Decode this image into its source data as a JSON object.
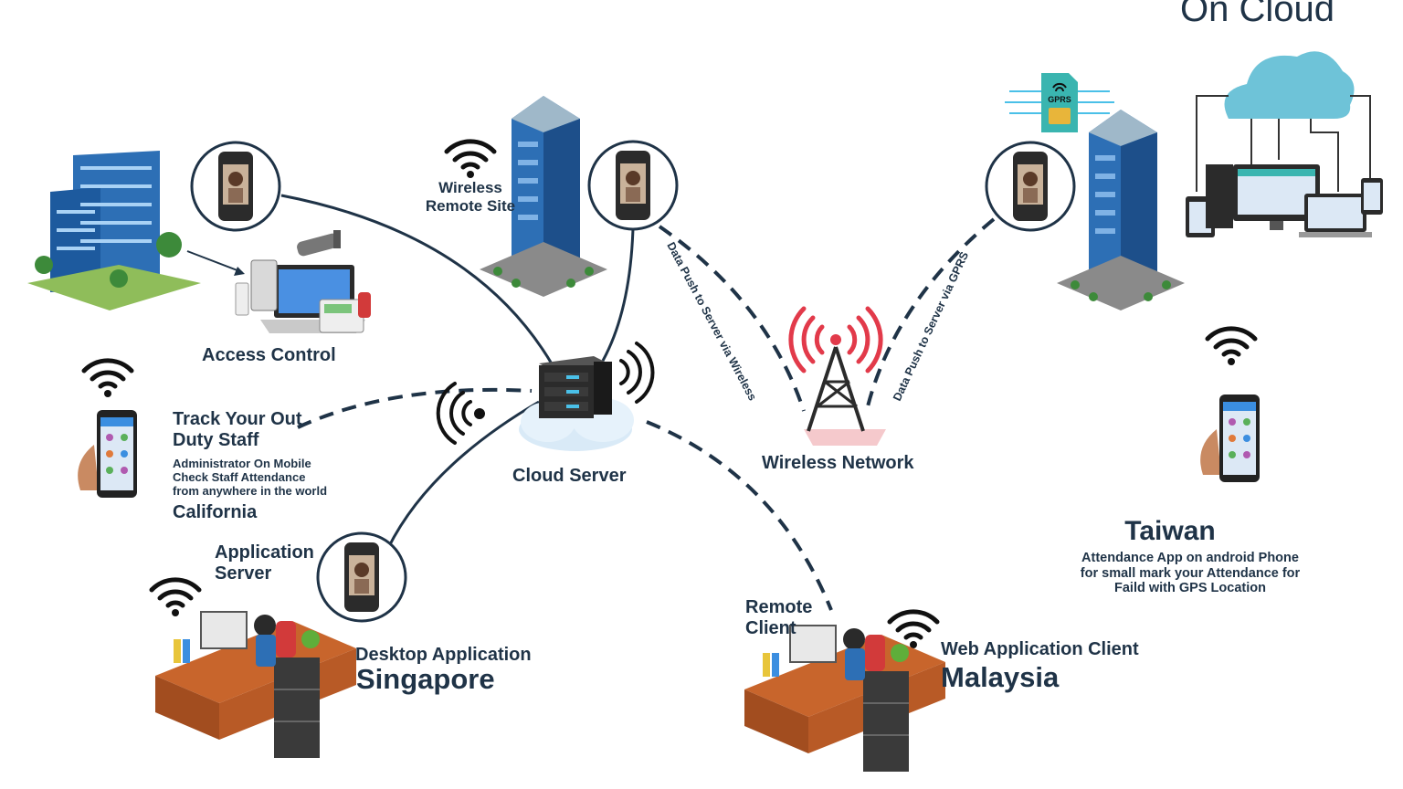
{
  "header": {
    "title": "On Cloud"
  },
  "labels": {
    "access_control": "Access Control",
    "wireless_remote_site": "Wireless\nRemote Site",
    "cloud_server": "Cloud Server",
    "wireless_network": "Wireless Network",
    "push_wireless": "Data Push to Server via Wireless",
    "push_gprs": "Data Push to Server via GPRS",
    "gprs_chip": "GPRS",
    "track_staff": "Track Your Out\nDuty Staff",
    "admin_mobile": "Administrator On Mobile\nCheck Staff Attendance\nfrom anywhere in the world",
    "california": "California",
    "application_server": "Application\nServer",
    "desktop_application": "Desktop Application",
    "singapore": "Singapore",
    "remote_client": "Remote\nClient",
    "web_application_client": "Web Application Client",
    "malaysia": "Malaysia",
    "taiwan": "Taiwan",
    "taiwan_desc": "Attendance App on android Phone\nfor small mark your Attendance for\nFaild with GPS Location"
  },
  "colors": {
    "text": "#1f3347",
    "line": "#1f3347",
    "building": "#2d6fb5",
    "cloud": "#6ec3d8",
    "tower_signal": "#e23a4a",
    "device": "#2b2b2b"
  },
  "icons": [
    "wifi-icon",
    "cloud-icon",
    "server-rack-icon",
    "tower-icon",
    "biometric-terminal-icon",
    "building-icon",
    "phone-icon",
    "desk-icon",
    "sim-chip-icon",
    "cctv-icon",
    "laptop-icon"
  ]
}
